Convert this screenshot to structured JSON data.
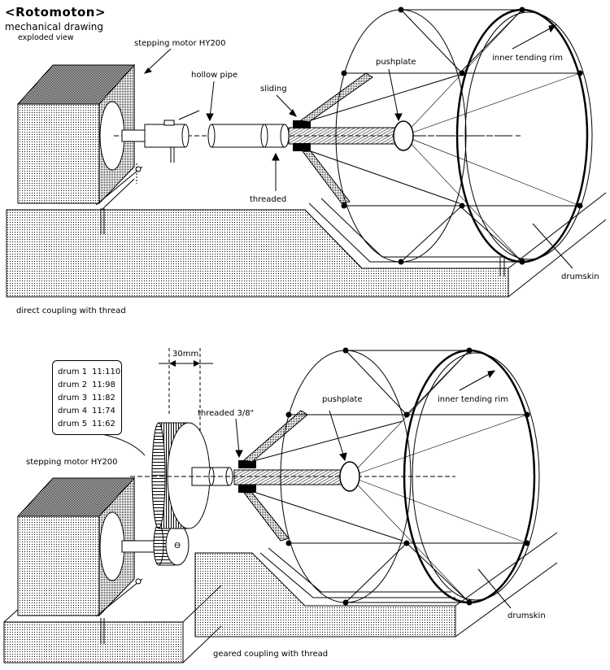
{
  "header": {
    "title": "<Rotomoton>",
    "subtitle": "mechanical drawing",
    "view": "exploded view"
  },
  "top_diagram": {
    "labels": {
      "motor": "stepping motor HY200",
      "hollow_pipe": "hollow pipe",
      "sliding": "sliding",
      "threaded": "threaded",
      "pushplate": "pushplate",
      "inner_rim": "inner tending rim",
      "drumskin": "drumskin"
    },
    "caption": "direct coupling with thread"
  },
  "bottom_diagram": {
    "labels": {
      "dimension": "30mm",
      "threaded": "threaded 3/8\"",
      "motor": "stepping motor HY200",
      "pushplate": "pushplate",
      "inner_rim": "inner tending rim",
      "drumskin": "drumskin"
    },
    "ratios": [
      {
        "drum": "drum 1",
        "ratio": "11:110"
      },
      {
        "drum": "drum 2",
        "ratio": "11:98"
      },
      {
        "drum": "drum 3",
        "ratio": "11:82"
      },
      {
        "drum": "drum 4",
        "ratio": "11:74"
      },
      {
        "drum": "drum 5",
        "ratio": "11:62"
      }
    ],
    "caption": "geared coupling with thread"
  }
}
